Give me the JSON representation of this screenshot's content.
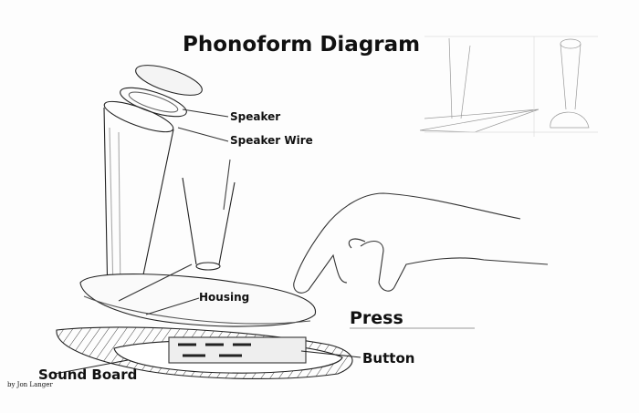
{
  "title": "Phonoform Diagram",
  "labels": {
    "speaker": "Speaker",
    "speaker_wire": "Speaker Wire",
    "housing": "Housing",
    "press": "Press",
    "button": "Button",
    "sound_board": "Sound Board"
  },
  "credit": "by Jon Langer",
  "colors": {
    "ink": "#111111",
    "pencil": "#888888"
  }
}
